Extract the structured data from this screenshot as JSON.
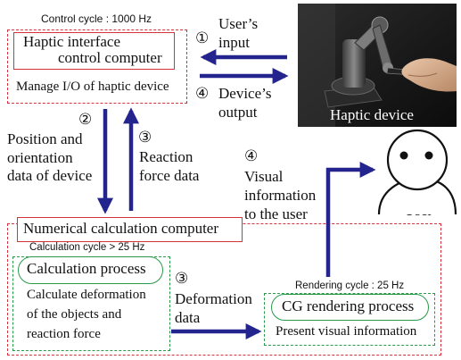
{
  "control_cycle": "Control cycle : 1000 Hz",
  "haptic_computer": {
    "title_line1": "Haptic interface",
    "title_line2": "control computer",
    "task": "Manage I/O of haptic device"
  },
  "haptic_device": {
    "label": "Haptic device"
  },
  "io_arrows": {
    "input_number": "①",
    "input_line1": "User’s",
    "input_line2": "input",
    "output_number": "④",
    "output_line1": "Device’s",
    "output_line2": "output"
  },
  "vertical_links": {
    "down_number": "②",
    "down_line1": "Position and",
    "down_line2": "orientation",
    "down_line3": "data of device",
    "up_number": "③",
    "up_line1": "Reaction",
    "up_line2": "force data"
  },
  "visual_link": {
    "number": "④",
    "line1": "Visual",
    "line2": "information",
    "line3": "to the user"
  },
  "user": {
    "label": "User"
  },
  "numerical_computer": {
    "title": "Numerical calculation computer",
    "calc_cycle": "Calculation cycle > 25 Hz",
    "calc_process": "Calculation process",
    "calc_line1": "Calculate deformation",
    "calc_line2": "of the objects and",
    "calc_line3": "reaction force",
    "rendering_cycle": "Rendering cycle : 25 Hz",
    "render_process": "CG rendering process",
    "render_task": "Present visual information"
  },
  "deformation_link": {
    "number": "③",
    "line1": "Deformation",
    "line2": "data"
  },
  "colors": {
    "arrow": "#24248f",
    "red": "#d6323c",
    "green": "#2a9a4a"
  }
}
